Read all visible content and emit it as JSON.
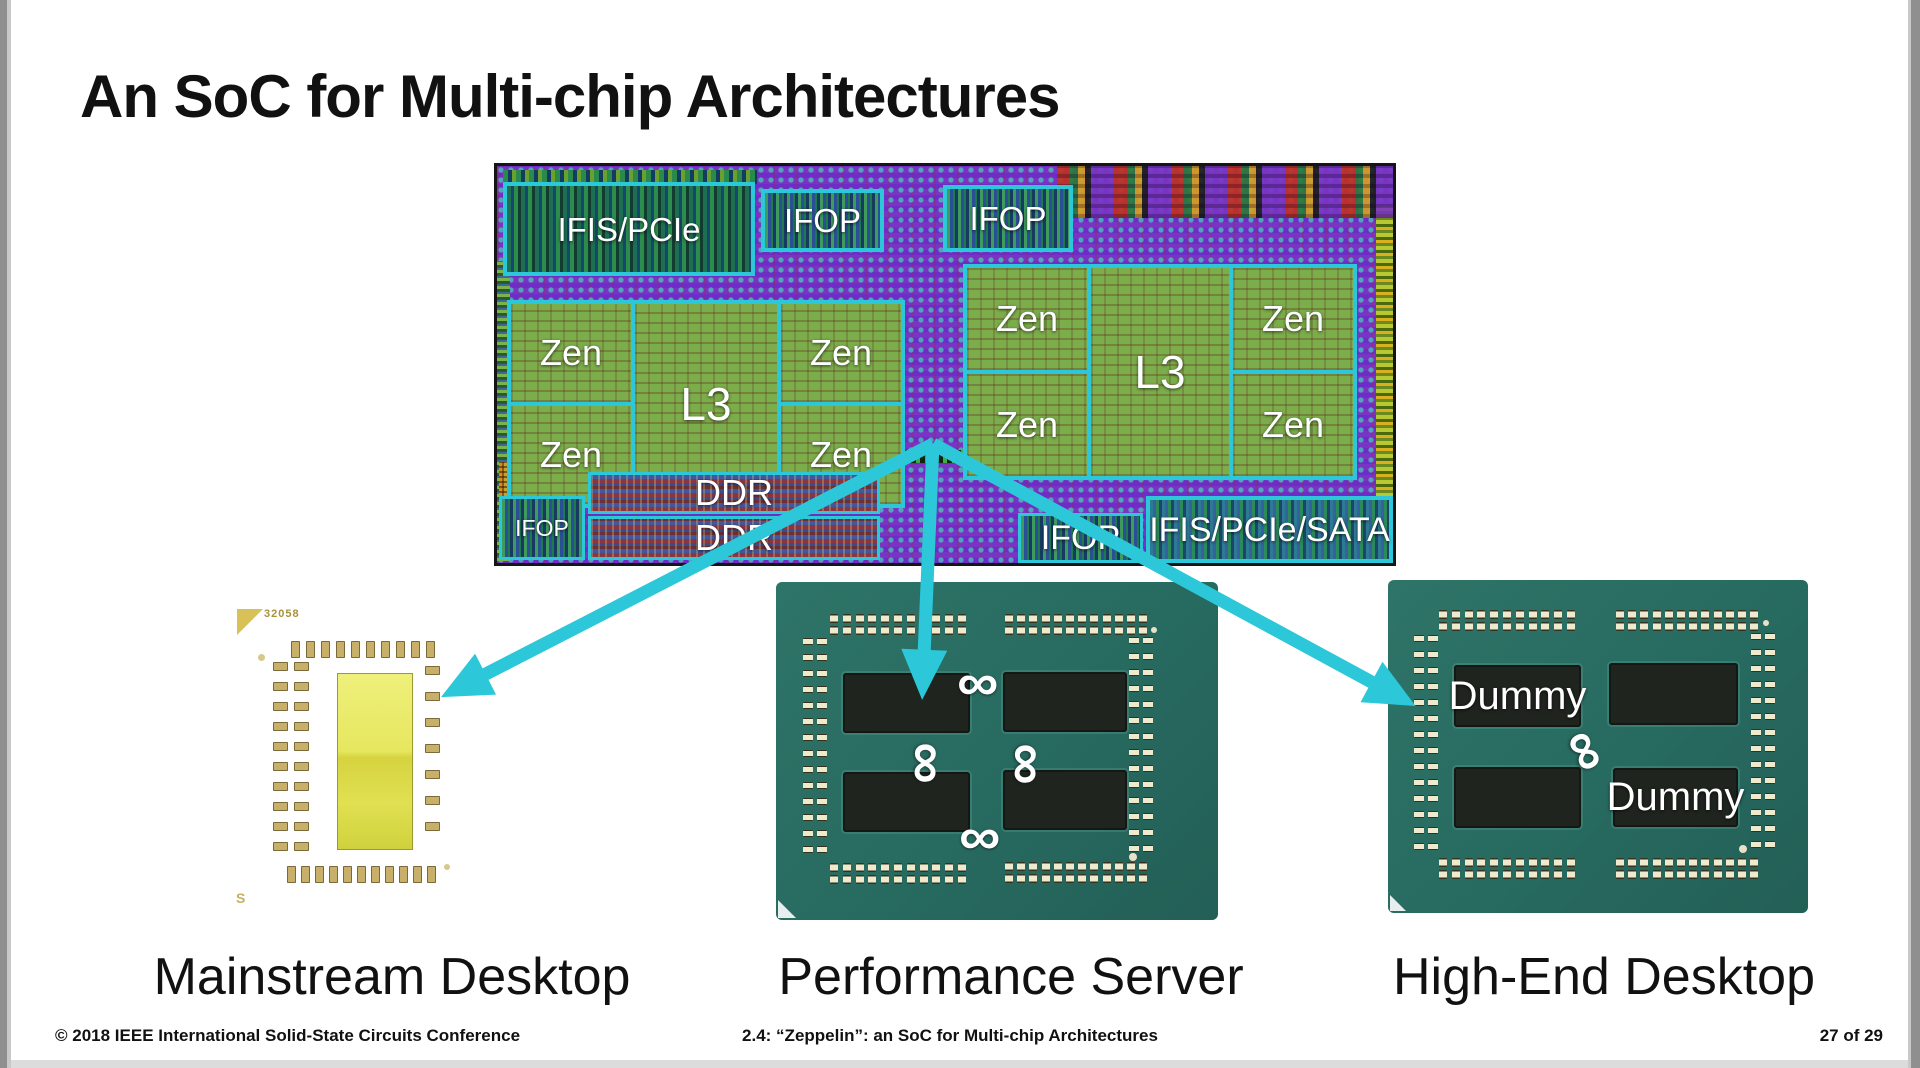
{
  "slide": {
    "title": "An SoC for Multi-chip Architectures",
    "footer": {
      "left": "© 2018 IEEE International Solid-State Circuits Conference",
      "center": "2.4: “Zeppelin”: an SoC for Multi-chip Architectures",
      "right": "27 of 29"
    }
  },
  "die_photo": {
    "top_regions": {
      "ifis_pcie": "IFIS/PCIe",
      "ifop_1": "IFOP",
      "ifop_2": "IFOP"
    },
    "cluster_left": {
      "zen_tl": "Zen",
      "zen_tr": "Zen",
      "l3": "L3",
      "zen_bl": "Zen",
      "zen_br": "Zen"
    },
    "cluster_right": {
      "zen_tl": "Zen",
      "zen_tr": "Zen",
      "l3": "L3",
      "zen_bl": "Zen",
      "zen_br": "Zen"
    },
    "bottom_regions": {
      "ifop_left": "IFOP",
      "ddr_1": "DDR",
      "ddr_2": "DDR",
      "ifop_right": "IFOP",
      "ifis_pcie_sata": "IFIS/PCIe/SATA"
    }
  },
  "packages": {
    "mainstream": {
      "caption": "Mainstream Desktop",
      "marking": "32058",
      "corner_mark": "S"
    },
    "server": {
      "caption": "Performance Server",
      "infinity_glyph": "∞"
    },
    "hedt": {
      "caption": "High-End Desktop",
      "die_labels": [
        "Dummy",
        "Dummy"
      ],
      "infinity_glyph": "∞"
    }
  },
  "colors": {
    "accent_cyan": "#2cc8d9",
    "die_purple": "#7a34c4",
    "die_block_green": "#7bae4b",
    "package_teal": "#276a60",
    "package_teal_dark": "#1d5356",
    "chip_die_dark": "#20241f",
    "pad_cream": "#efe9ce",
    "pad_gold": "#c9b06a",
    "die_yellow": "#e6e75f"
  }
}
